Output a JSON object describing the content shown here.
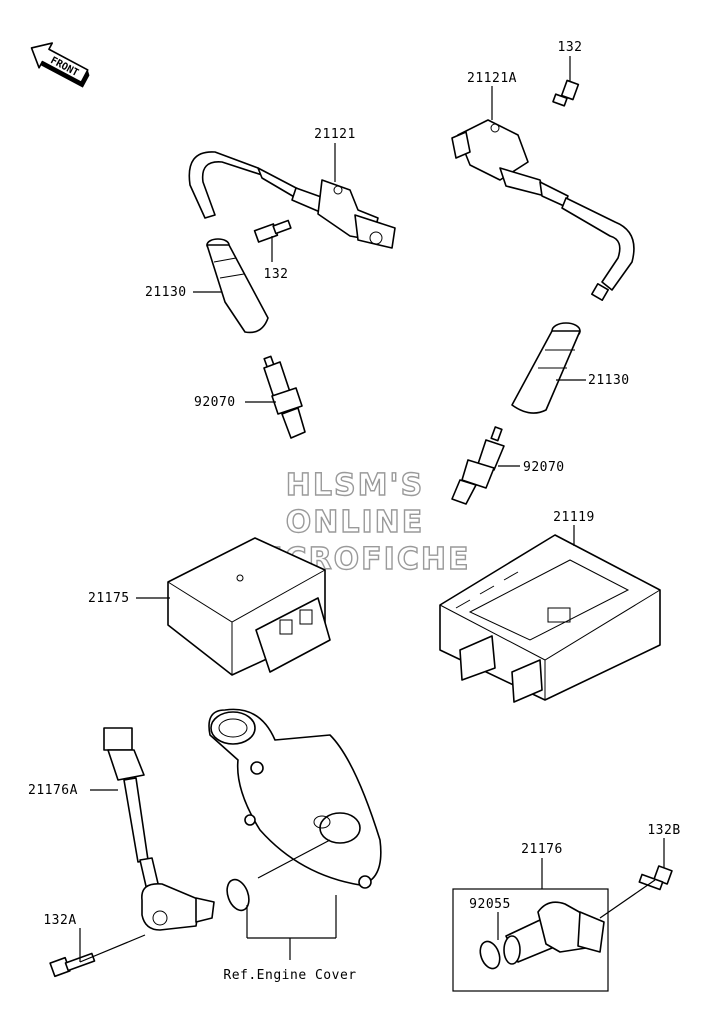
{
  "diagram": {
    "front_arrow_text": "FRONT",
    "watermark": [
      "HLSM'S",
      "ONLINE",
      "MICROFICHE"
    ],
    "labels": {
      "p132_top": "132",
      "p21121A": "21121A",
      "p21121": "21121",
      "p132_mid": "132",
      "p21130_left": "21130",
      "p21130_right": "21130",
      "p92070_left": "92070",
      "p92070_right": "92070",
      "p21119": "21119",
      "p21175": "21175",
      "p21176A": "21176A",
      "p132A": "132A",
      "p132B": "132B",
      "p21176": "21176",
      "p92055": "92055",
      "ref_engine_cover": "Ref.Engine Cover"
    }
  }
}
